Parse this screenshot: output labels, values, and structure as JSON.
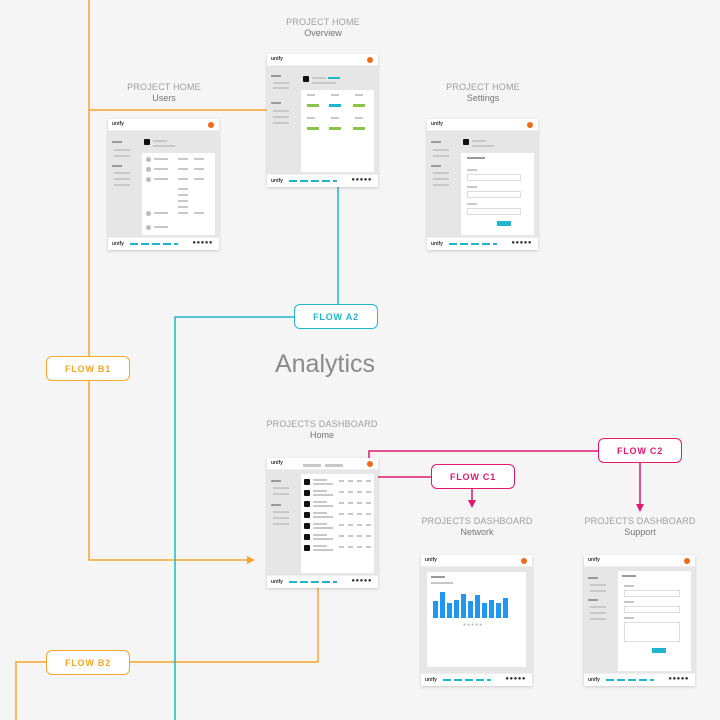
{
  "section_title": "Analytics",
  "flows": {
    "b1": "FLOW B1",
    "b2": "FLOW B2",
    "a2": "FLOW A2",
    "c1": "FLOW C1",
    "c2": "FLOW C2"
  },
  "screens": {
    "overview": {
      "group": "PROJECT HOME",
      "name": "Overview"
    },
    "users": {
      "group": "PROJECT HOME",
      "name": "Users"
    },
    "settings": {
      "group": "PROJECT HOME",
      "name": "Settings"
    },
    "home": {
      "group": "PROJECTS DASHBOARD",
      "name": "Home"
    },
    "network": {
      "group": "PROJECTS DASHBOARD",
      "name": "Network"
    },
    "support": {
      "group": "PROJECTS DASHBOARD",
      "name": "Support"
    }
  },
  "wireframe": {
    "logo": "unify",
    "rating": "●●●●●"
  },
  "colors": {
    "flow_b": "#f4a72b",
    "flow_a": "#21b5cc",
    "flow_c": "#e2186f",
    "accent_dot": "#f06a1d"
  },
  "network_bars": [
    0.55,
    0.85,
    0.5,
    0.6,
    0.8,
    0.55,
    0.75,
    0.5,
    0.6,
    0.5,
    0.65
  ]
}
